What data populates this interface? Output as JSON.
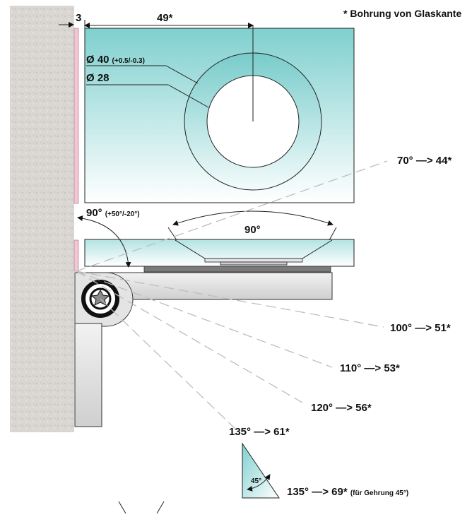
{
  "note": "* Bohrung von Glaskante",
  "dims": {
    "wall_gap": "3",
    "hole_offset": "49*",
    "outer_dia_main": "Ø 40",
    "outer_dia_tol": "(+0.5/-0.3)",
    "inner_dia": "Ø 28",
    "opening_main": "90°",
    "opening_tol": "(+50°/-20°)",
    "bevel_angle": "90°",
    "miter_angle": "45°"
  },
  "angles": [
    {
      "angle": "70°",
      "arrow": "—>",
      "value": "44*"
    },
    {
      "angle": "100°",
      "arrow": "—>",
      "value": "51*"
    },
    {
      "angle": "110°",
      "arrow": "—>",
      "value": "53*"
    },
    {
      "angle": "120°",
      "arrow": "—>",
      "value": "56*"
    },
    {
      "angle": "135°",
      "arrow": "—>",
      "value": "61*"
    },
    {
      "angle": "135°",
      "arrow": "—>",
      "value": "69*",
      "note": "(für Gehrung 45°)"
    }
  ],
  "colors": {
    "glass_top": "#7fd0cf",
    "glass_bottom": "#ffffff",
    "wall": "#d9d6d2",
    "seal": "#f3c6d3",
    "plate": "#7a7a7a",
    "hinge": "#e4e4e4",
    "dash": "#bdbdbd"
  }
}
